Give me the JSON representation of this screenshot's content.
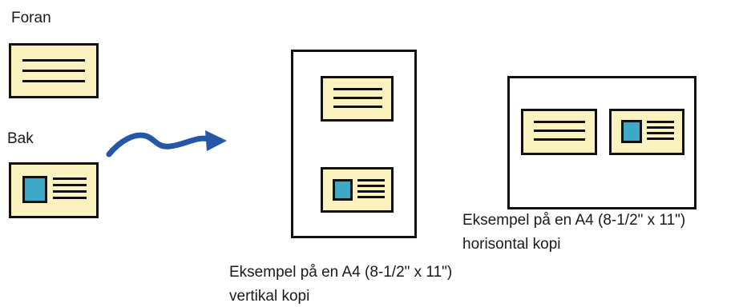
{
  "labels": {
    "front": "Foran",
    "back": "Bak"
  },
  "captions": {
    "vertical_line1": "Eksempel på en A4 (8-1/2\" x 11\")",
    "vertical_line2": "vertikal kopi",
    "horizontal_line1": "Eksempel på en A4 (8-1/2\" x 11\")",
    "horizontal_line2": "horisontal kopi"
  },
  "colors": {
    "card_fill": "#faf3bf",
    "photo_fill": "#3ea8c9",
    "arrow": "#2457a6",
    "outline": "#111111"
  },
  "icons": {
    "front_card": "text-card-icon",
    "back_card": "photo-id-card-icon",
    "arrow": "curved-arrow-icon"
  }
}
